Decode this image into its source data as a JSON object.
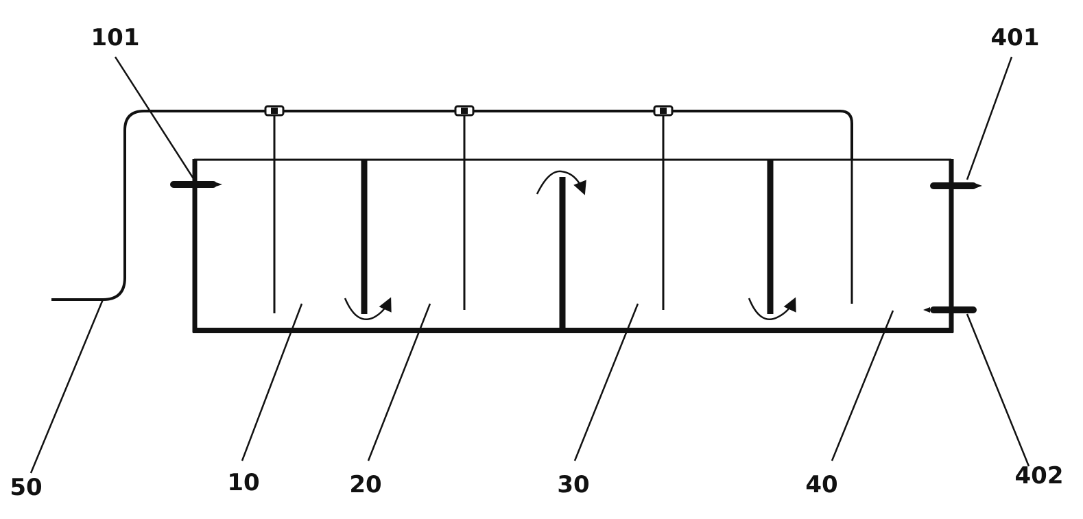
{
  "labels": {
    "pipe_inlet": "101",
    "outlet_upper": "401",
    "outlet_lower": "402",
    "supply_pipe": "50",
    "chamber_1": "10",
    "chamber_2": "20",
    "chamber_3": "30",
    "chamber_4": "40"
  },
  "colors": {
    "line": "#111111",
    "background": "#ffffff"
  }
}
